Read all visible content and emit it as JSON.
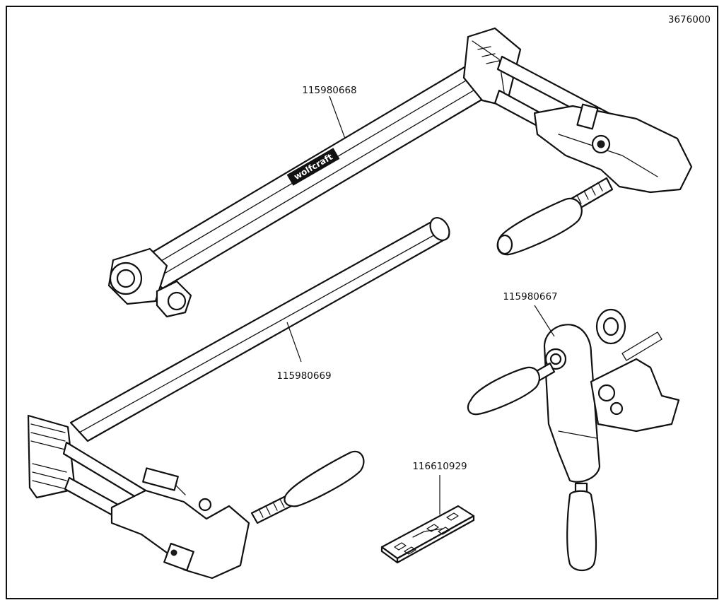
{
  "drawing": {
    "reference_number": "3676000",
    "brand_mark": "wolfcraft",
    "parts": [
      {
        "part_number": "115980668"
      },
      {
        "part_number": "115980669"
      },
      {
        "part_number": "115980667"
      },
      {
        "part_number": "116610929"
      }
    ]
  },
  "colors": {
    "ink": "#111111",
    "paper": "#ffffff"
  }
}
